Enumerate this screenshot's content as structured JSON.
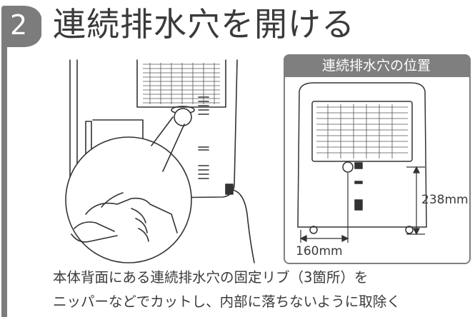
{
  "step": {
    "number": "2",
    "title": "連続排水穴を開ける"
  },
  "location_panel": {
    "header": "連続排水穴の位置",
    "height_label": "238mm",
    "width_label": "160mm"
  },
  "instructions": {
    "line1": "本体背面にある連続排水穴の固定リブ（3箇所）を",
    "line2": "ニッパーなどでカットし、内部に落ちないように取除く"
  },
  "colors": {
    "badge": "#7c7c7c",
    "panel_header": "#7f7f7f",
    "text": "#3a3a3a"
  }
}
